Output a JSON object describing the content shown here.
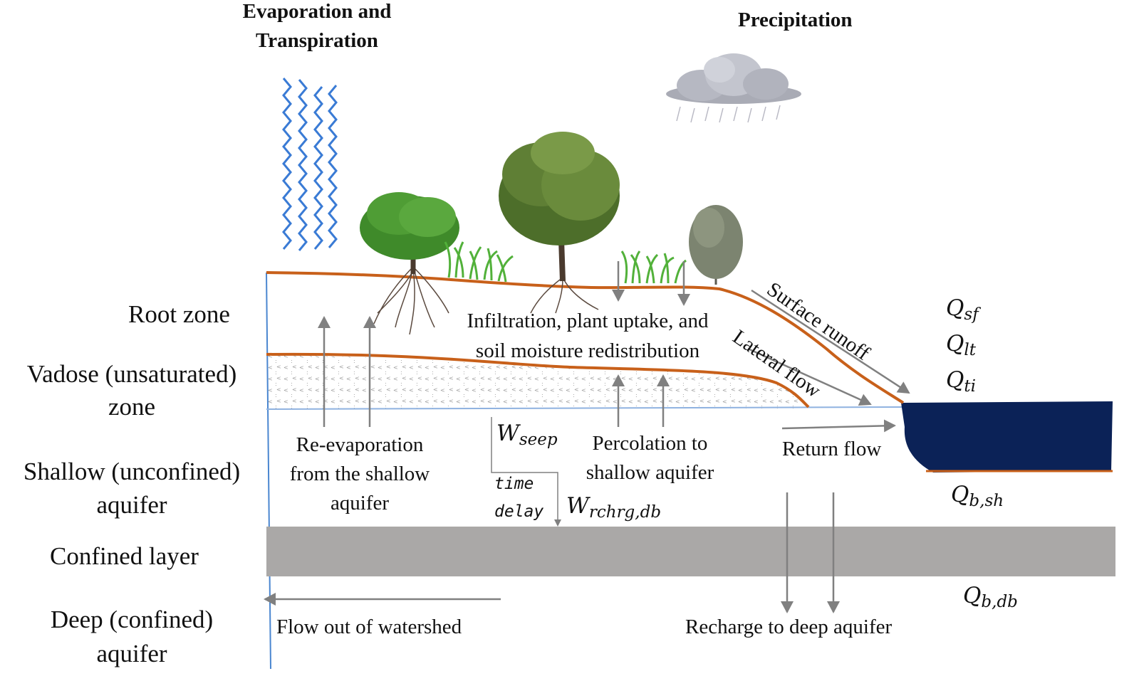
{
  "headings": {
    "evap_line1": "Evaporation and",
    "evap_line2": "Transpiration",
    "precip": "Precipitation"
  },
  "zones": {
    "root": "Root zone",
    "vadose_line1": "Vadose (unsaturated)",
    "vadose_line2": "zone",
    "shallow_line1": "Shallow (unconfined)",
    "shallow_line2": "aquifer",
    "confined_layer": "Confined layer",
    "deep_line1": "Deep (confined)",
    "deep_line2": "aquifer"
  },
  "processes": {
    "infiltration_line1": "Infiltration, plant uptake, and",
    "infiltration_line2": "soil moisture redistribution",
    "surface_runoff": "Surface runoff",
    "lateral_flow": "Lateral flow",
    "return_flow": "Return flow",
    "reevap_line1": "Re-evaporation",
    "reevap_line2": "from the shallow",
    "reevap_line3": "aquifer",
    "percolation_line1": "Percolation to",
    "percolation_line2": "shallow aquifer",
    "flow_out": "Flow out of watershed",
    "recharge_deep": "Recharge to deep aquifer",
    "time": "time",
    "delay": "delay"
  },
  "symbols": {
    "Q": "Q",
    "W": "W",
    "sf": "sf",
    "lt": "lt",
    "ti": "ti",
    "b_sh": "b,sh",
    "b_db": "b,db",
    "seep": "seep",
    "rchrg_db": "rchrg,db"
  },
  "colors": {
    "soil_line": "#c8601a",
    "arrow": "#808080",
    "stream": "#0b2257",
    "confined_layer": "#aaa8a7",
    "evap_waves": "#3a7bd5",
    "boundary": "#4a86d0"
  },
  "icons": [
    "evaporation-waves-icon",
    "rain-cloud-icon",
    "tree-icon",
    "grass-icon",
    "shrub-icon",
    "roots-icon"
  ]
}
